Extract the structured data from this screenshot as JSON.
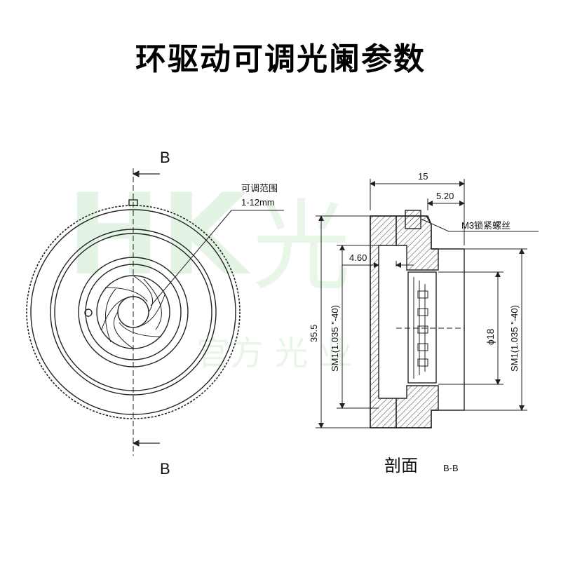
{
  "title": "环驱动可调光阑参数",
  "front_view": {
    "section_top_label": "B",
    "section_bottom_label": "B",
    "callout_line1": "可调范围",
    "callout_line2": "1-12mm"
  },
  "section_view": {
    "caption": "剖面",
    "caption_suffix": "B-B",
    "dim_width": "15",
    "dim_head": "5.20",
    "dim_recess": "4.60",
    "dim_outer_height": "35.5",
    "dim_left_thread": "SM1(1.035 \"-40)",
    "dim_right_thread": "SM1(1.035 \"-40)",
    "dim_aperture": "ϕ18",
    "screw_label": "M3锁紧螺丝"
  },
  "colors": {
    "line": "#222222",
    "watermark": "#bfe3bf"
  }
}
